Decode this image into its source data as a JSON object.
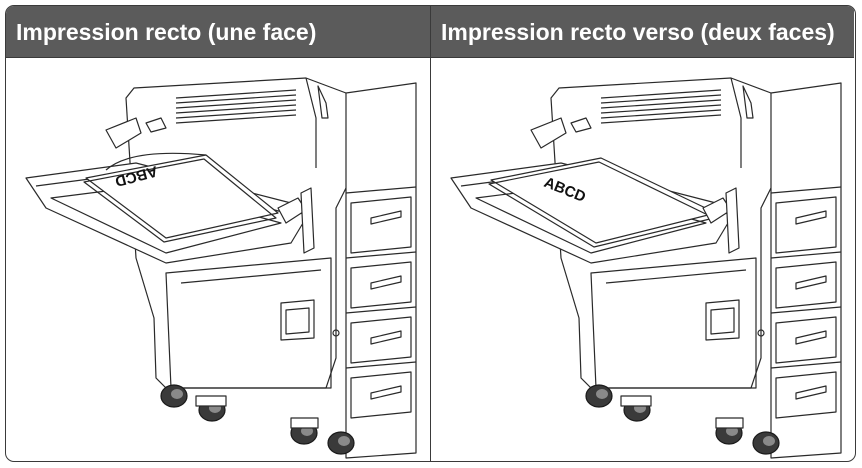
{
  "columns": [
    {
      "header": "Impression recto (une face)",
      "paper_label": "ABCD",
      "paper_orientation": "face-down"
    },
    {
      "header": "Impression recto verso (deux faces)",
      "paper_label": "ABCD",
      "paper_orientation": "face-up"
    }
  ]
}
